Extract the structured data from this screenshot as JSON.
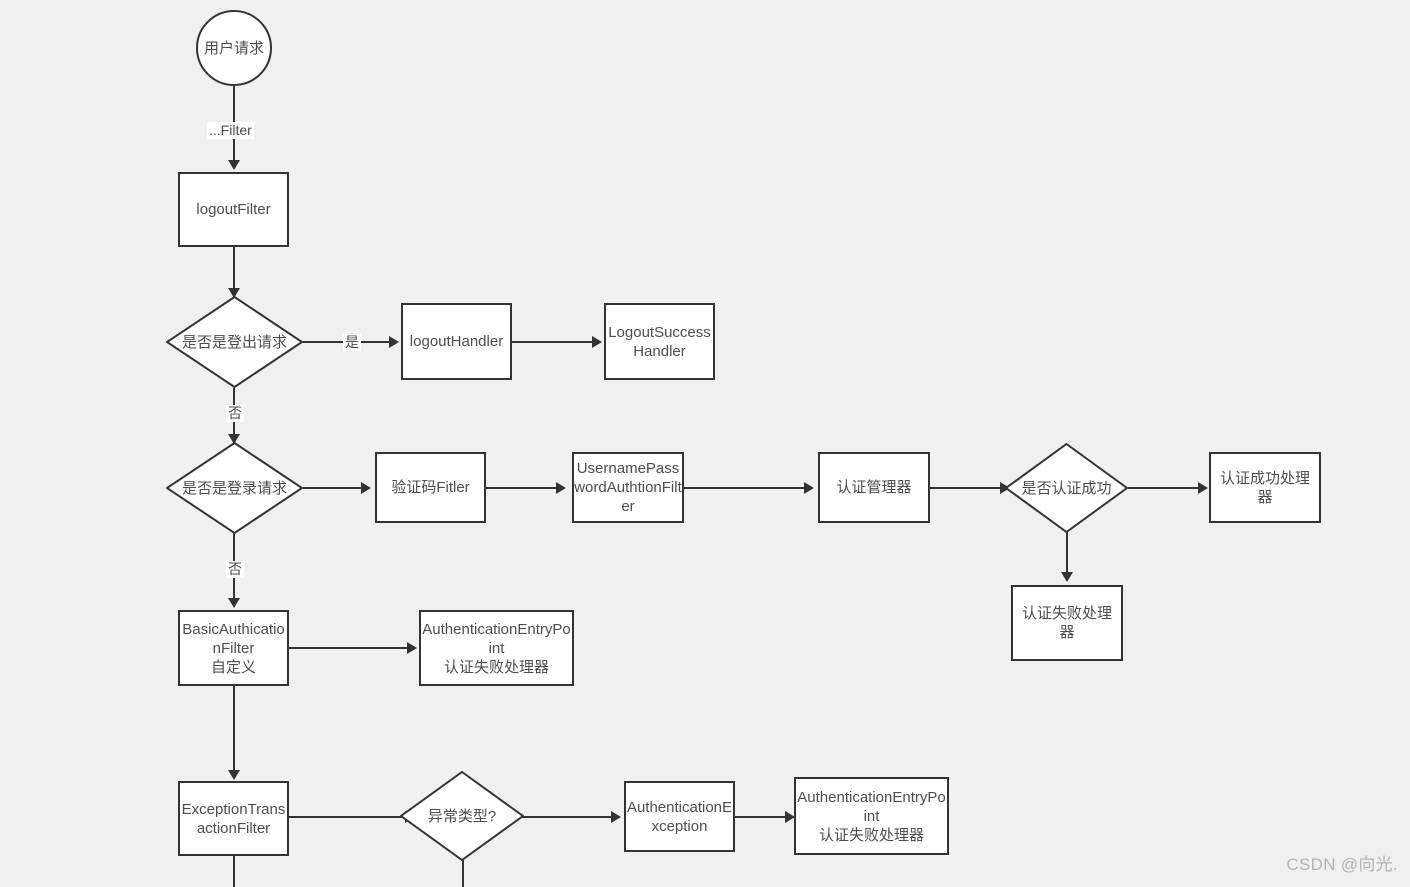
{
  "diagram": {
    "title": "Spring Security Filter Chain Flowchart",
    "background_color": "#f0f0f0",
    "node_fill": "#ffffff",
    "node_stroke": "#333333",
    "text_color": "#4d4d4d"
  },
  "nodes": {
    "user_request": "用户请求",
    "logout_filter": "logoutFilter",
    "is_logout_request": "是否是登出请求",
    "logout_handler": "logoutHandler",
    "logout_success_handler": "LogoutSuccessHandler",
    "is_login_request": "是否是登录请求",
    "captcha_filter": "验证码Fitler",
    "username_password_auth_filter": "UsernamePasswordAuthtionFilter",
    "auth_manager": "认证管理器",
    "is_auth_success": "是否认证成功",
    "auth_success_handler": "认证成功处理器",
    "auth_failure_handler": "认证失败处理器",
    "basic_authentication_filter": "BasicAuthicationFilter\n自定义",
    "basic_authentication_filter_line1": "BasicAuthicationFilter",
    "basic_authentication_filter_line2": "自定义",
    "auth_entry_point_basic_line1": "AuthenticationEntryPoint",
    "auth_entry_point_basic_line2": "认证失败处理器",
    "exception_translation_filter": "ExceptionTransactionFilter",
    "exception_type": "异常类型?",
    "authentication_exception": "AuthenticationException",
    "auth_entry_point_exception_line1": "AuthenticationEntryPoint",
    "auth_entry_point_exception_line2": "认证失败处理器"
  },
  "edge_labels": {
    "filter_chain": "...Filter",
    "yes_logout": "是",
    "no_logout": "否",
    "no_login": "否"
  },
  "watermark": "CSDN @向光."
}
